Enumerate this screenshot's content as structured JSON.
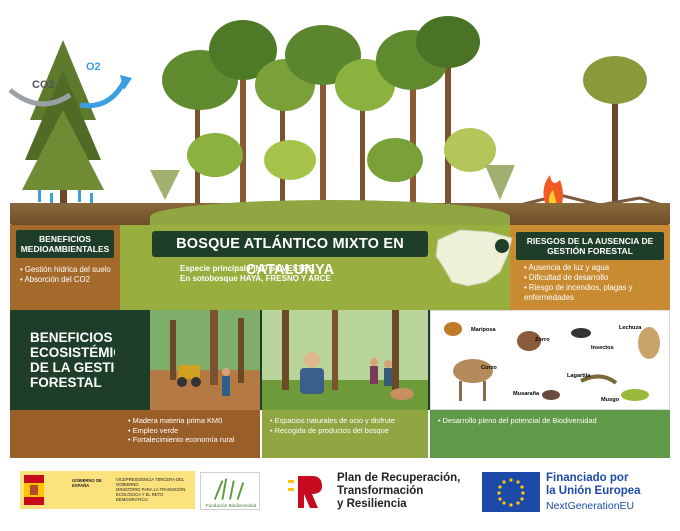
{
  "top": {
    "co2_label": "CO2",
    "o2_label": "O2"
  },
  "middle": {
    "benefits_title": "BENEFICIOS MEDIOAMBIENTALES",
    "benefits_items": [
      "Gestión hídrica del suelo",
      "Absorción del CO2"
    ],
    "forest_title": "BOSQUE ATLÁNTICO MIXTO EN CATALUNYA",
    "species_line1": "Especie principal PINO SILVESTRE.",
    "species_line2": "En sotobosque HAYA, FRESNO Y ARCE",
    "risks_title": "RIESGOS DE LA AUSENCIA DE GESTIÓN FORESTAL",
    "risks_items": [
      "Ausencia de luz y agua",
      "Dificultad de desarrollo",
      "Riesgo de incendios, plagas y enfermedades"
    ]
  },
  "eco": {
    "title": "BENEFICIOS ECOSISTÉMICOS DE LA GESTIÓN FORESTAL",
    "animals": {
      "mariposa": "Mariposa",
      "zorro": "Zorro",
      "insectos": "Insectos",
      "lechuza": "Lechuza",
      "corzo": "Corzo",
      "lagartija": "Lagartija",
      "musaraña": "Musaraña",
      "musgo": "Musgo"
    }
  },
  "captions": {
    "wood": [
      "Madera materia prima KM0",
      "Empleo verde",
      "Fortalecimiento economía rural"
    ],
    "leisure": [
      "Espacios naturales de ocio y disfrute",
      "Recogida de productos del bosque"
    ],
    "bio": [
      "Desarrollo pleno del potencial de Biodiversidad"
    ]
  },
  "logos": {
    "gov_name": "GOBIERNO DE ESPAÑA",
    "gov_ministry_1": "VICEPRESIDENCIA TERCERA DEL GOBIERNO",
    "gov_ministry_2": "MINISTERIO PARA LA TRANSICIÓN ECOLÓGICA Y EL RETO DEMOGRÁFICO",
    "fund_name": "Fundación Biodiversidad",
    "prtr_1": "Plan de Recuperación,",
    "prtr_2": "Transformación",
    "prtr_3": "y Resiliencia",
    "eu_1": "Financiado por",
    "eu_2": "la Unión Europea",
    "eu_3": "NextGenerationEU"
  },
  "colors": {
    "dark_green": "#1f3e2a",
    "olive": "#98ae3e",
    "brown": "#a46a2c",
    "orange": "#c98b32",
    "eu_blue": "#1d4aa8"
  }
}
